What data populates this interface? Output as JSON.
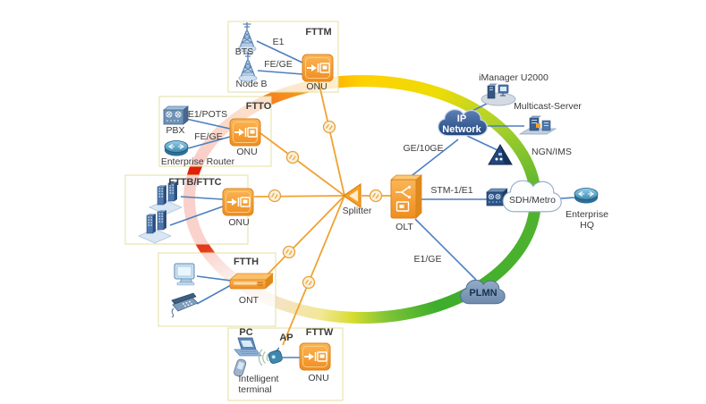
{
  "fttm": {
    "title": "FTTM",
    "bts": "BTS",
    "node_b": "Node B",
    "link_e1": "E1",
    "link_fege": "FE/GE",
    "onu": "ONU"
  },
  "ftto": {
    "title": "FTTO",
    "pbx": "PBX",
    "router": "Enterprise Router",
    "link_e1pots": "E1/POTS",
    "link_fege": "FE/GE",
    "onu": "ONU"
  },
  "fttb": {
    "title": "FTTB/FTTC",
    "onu": "ONU"
  },
  "ftth": {
    "title": "FTTH",
    "ont": "ONT"
  },
  "fttw": {
    "title": "FTTW",
    "pc": "PC",
    "ap": "AP",
    "terminal_line1": "Intelligent",
    "terminal_line2": "terminal",
    "onu": "ONU"
  },
  "core": {
    "splitter": "Splitter",
    "olt": "OLT"
  },
  "links": {
    "olt_ip": "GE/10GE",
    "olt_sdh": "STM-1/E1",
    "olt_plmn": "E1/GE"
  },
  "clouds": {
    "ip_line1": "IP",
    "ip_line2": "Network",
    "sdh": "SDH/Metro",
    "plmn": "PLMN"
  },
  "nodes": {
    "imanager": "iManager U2000",
    "multicast": "Multicast-Server",
    "ngn": "NGN/IMS",
    "hq_line1": "Enterprise",
    "hq_line2": "HQ"
  },
  "colors": {
    "fiber_line": "#F0A232",
    "ethernet_line": "#4C7FC0",
    "ring_red": "#E21D07",
    "ring_orange": "#F68B1F",
    "ring_yellow": "#FFD103",
    "ring_green": "#3CAD2C",
    "onu_orange": "#F29A24",
    "ip_cloud": "#2A4E84",
    "plmn_cloud": "#7E96B6"
  }
}
